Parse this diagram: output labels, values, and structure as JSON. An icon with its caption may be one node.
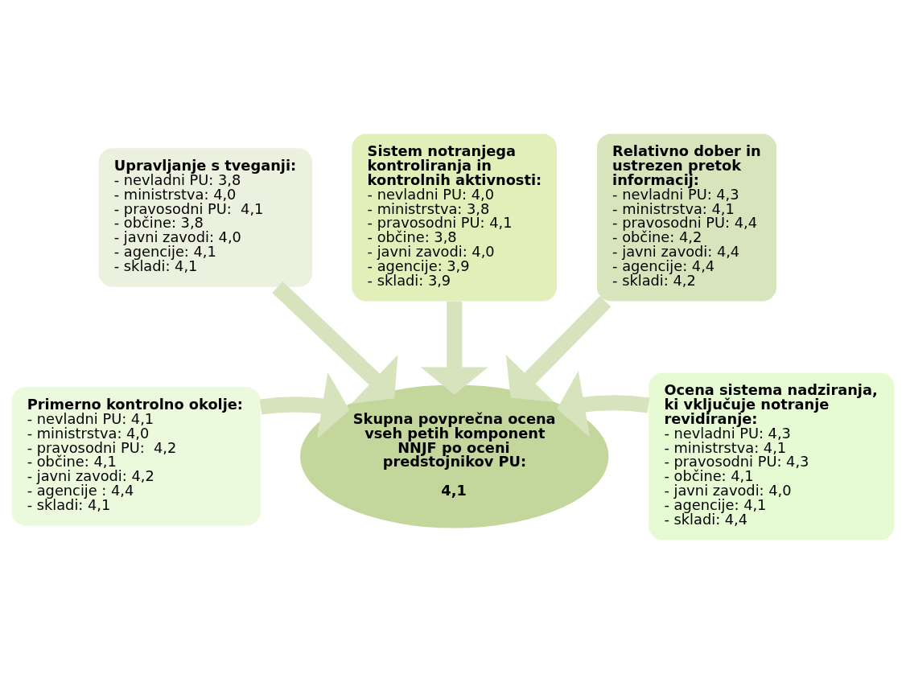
{
  "diagram": {
    "nodes": [
      {
        "text": [
          "Upravljanje s tveganji:",
          "- nevladni PU: 3,8",
          "- ministrstva: 4,0",
          "- pravosodni PU:  4,1",
          "- občine: 3,8",
          "- javni zavodi: 4,0",
          "- agencije: 4,1",
          "- skladi: 4,1"
        ]
      },
      {
        "text": [
          "Sistem notranjega kontroliranja in kontrolnih aktivnosti:",
          "- nevladni PU: 4,0",
          "- ministrstva: 3,8",
          "- pravosodni PU: 4,1",
          "- občine: 3,8",
          "- javni zavodi: 4,0",
          "- agencije: 3,9",
          "- skladi: 3,9"
        ]
      },
      {
        "text": [
          "Relativno dober in ustrezen pretok informacij:",
          "- nevladni PU: 4,3",
          "- ministrstva: 4,1",
          "- pravosodni PU: 4,4",
          "- občine: 4,2",
          "- javni zavodi: 4,4",
          "- agencije: 4,4",
          "- skladi: 4,2"
        ]
      },
      {
        "text": [
          "Primerno kontrolno okolje:",
          "- nevladni PU: 4,1",
          "- ministrstva: 4,0",
          "- pravosodni PU:  4,2",
          "- občine: 4,1",
          "- javni zavodi: 4,2",
          "- agencije : 4,4",
          "- skladi: 4,1"
        ]
      },
      {
        "text": [
          "Skupna povprečna ocena vseh petih komponent NNJF po oceni predstojnikov PU:",
          "4,1"
        ]
      },
      {
        "text": [
          "Ocena sistema nadziranja, ki vključuje notranje revidiranje:",
          "- nevladni PU: 4,3",
          "- ministrstva: 4,1",
          "- pravosodni PU: 4,3",
          "- občine: 4,1",
          "- javni zavodi: 4,0",
          "- agencije: 4,1",
          "- skladi: 4,4"
        ]
      }
    ],
    "edges": [
      {
        "from": 0,
        "to": 4,
        "arrow": "to"
      },
      {
        "from": 1,
        "to": 4,
        "arrow": "to"
      },
      {
        "from": 2,
        "to": 4,
        "arrow": "to"
      },
      {
        "from": 3,
        "to": 4,
        "arrow": "to"
      },
      {
        "from": 5,
        "to": 4,
        "arrow": "to"
      }
    ]
  }
}
